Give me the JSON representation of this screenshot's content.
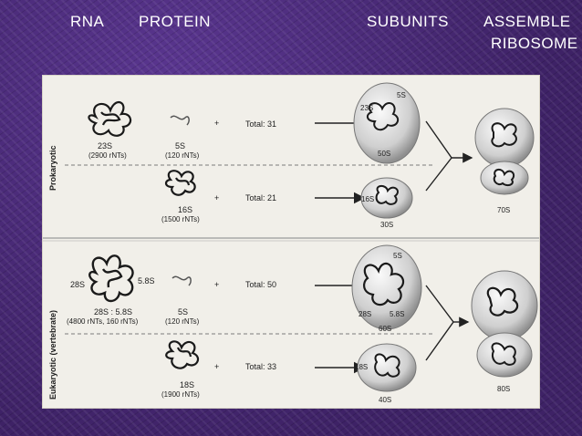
{
  "headers": {
    "rna": "RNA",
    "protein": "PROTEIN",
    "subunits": "SUBUNITS",
    "assemble_line1": "ASSEMBLE",
    "assemble_line2": "RIBOSOME"
  },
  "prokaryotic": {
    "side_label": "Prokaryotic",
    "large_rna_name": "23S",
    "large_rna_size": "(2900 rNTs)",
    "small_5s_name": "5S",
    "small_5s_size": "(120 rNTs)",
    "large_total": "Total: 31",
    "small_rna_name": "16S",
    "small_rna_size": "(1500 rNTs)",
    "small_total": "Total: 21",
    "large_sub_23s": "23S",
    "large_sub_5s": "5S",
    "large_sub_label": "50S",
    "small_sub_16s": "16S",
    "small_sub_label": "30S",
    "ribosome_label": "70S"
  },
  "eukaryotic": {
    "side_label": "Eukaryotic (vertebrate)",
    "large_rna_28s": "28S",
    "large_rna_58s": "5.8S",
    "large_rna_name": "28S : 5.8S",
    "large_rna_size": "(4800 rNTs, 160 rNTs)",
    "small_5s_name": "5S",
    "small_5s_size": "(120 rNTs)",
    "large_total": "Total: 50",
    "small_rna_name": "18S",
    "small_rna_size": "(1900 rNTs)",
    "small_total": "Total: 33",
    "large_sub_5s": "5S",
    "large_sub_28s": "28S",
    "large_sub_58s": "5.8S",
    "large_sub_label": "60S",
    "small_sub_18s": "18S",
    "small_sub_label": "40S",
    "ribosome_label": "80S"
  },
  "plus_sign": "+"
}
